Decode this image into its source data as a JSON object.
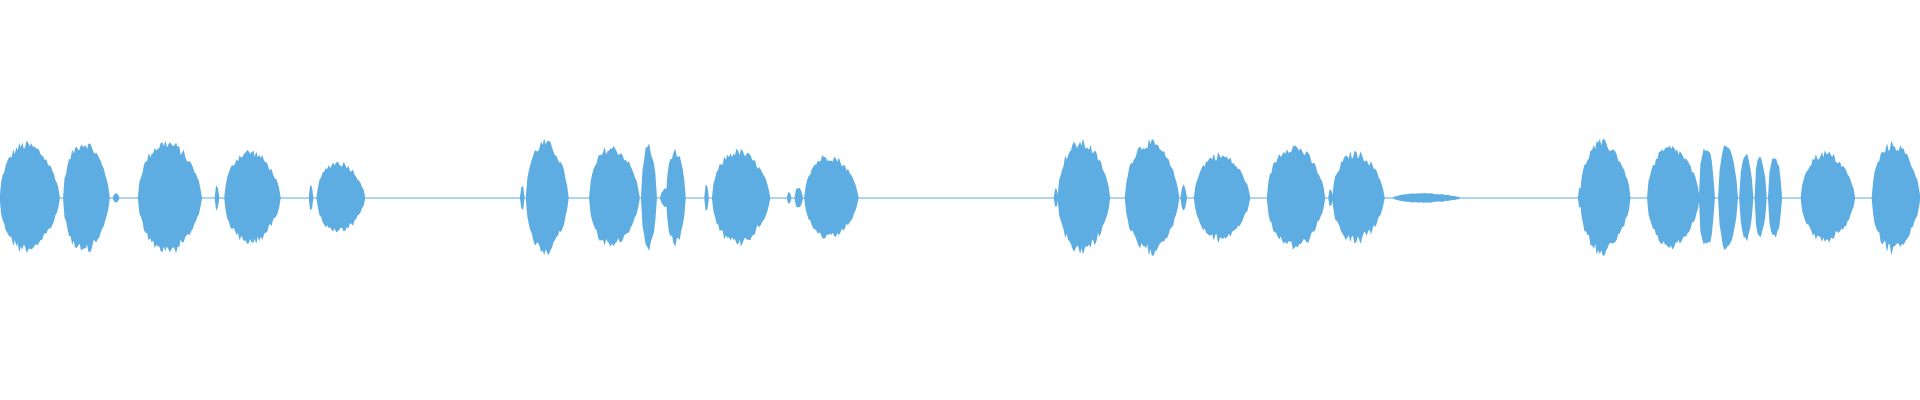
{
  "waveform": {
    "color": "#5DADE2",
    "background": "#ffffff",
    "baseline_amplitude": 0.008,
    "segments": [
      {
        "start": 0.0,
        "end": 0.031,
        "amp": 0.6
      },
      {
        "start": 0.033,
        "end": 0.057,
        "amp": 0.62
      },
      {
        "start": 0.059,
        "end": 0.062,
        "amp": 0.05
      },
      {
        "start": 0.072,
        "end": 0.105,
        "amp": 0.62
      },
      {
        "start": 0.112,
        "end": 0.114,
        "amp": 0.14
      },
      {
        "start": 0.117,
        "end": 0.146,
        "amp": 0.52
      },
      {
        "start": 0.161,
        "end": 0.163,
        "amp": 0.14
      },
      {
        "start": 0.165,
        "end": 0.19,
        "amp": 0.4
      },
      {
        "start": 0.271,
        "end": 0.273,
        "amp": 0.14
      },
      {
        "start": 0.274,
        "end": 0.296,
        "amp": 0.62
      },
      {
        "start": 0.307,
        "end": 0.333,
        "amp": 0.56
      },
      {
        "start": 0.334,
        "end": 0.342,
        "amp": 0.58
      },
      {
        "start": 0.344,
        "end": 0.35,
        "amp": 0.1
      },
      {
        "start": 0.347,
        "end": 0.357,
        "amp": 0.52
      },
      {
        "start": 0.367,
        "end": 0.369,
        "amp": 0.14
      },
      {
        "start": 0.371,
        "end": 0.401,
        "amp": 0.52
      },
      {
        "start": 0.41,
        "end": 0.412,
        "amp": 0.06
      },
      {
        "start": 0.414,
        "end": 0.418,
        "amp": 0.12
      },
      {
        "start": 0.419,
        "end": 0.447,
        "amp": 0.47
      },
      {
        "start": 0.549,
        "end": 0.551,
        "amp": 0.12
      },
      {
        "start": 0.551,
        "end": 0.578,
        "amp": 0.62
      },
      {
        "start": 0.586,
        "end": 0.614,
        "amp": 0.62
      },
      {
        "start": 0.615,
        "end": 0.618,
        "amp": 0.14
      },
      {
        "start": 0.622,
        "end": 0.651,
        "amp": 0.48
      },
      {
        "start": 0.66,
        "end": 0.69,
        "amp": 0.58
      },
      {
        "start": 0.692,
        "end": 0.694,
        "amp": 0.1
      },
      {
        "start": 0.694,
        "end": 0.721,
        "amp": 0.5
      },
      {
        "start": 0.726,
        "end": 0.76,
        "amp": 0.05
      },
      {
        "start": 0.822,
        "end": 0.824,
        "amp": 0.12
      },
      {
        "start": 0.823,
        "end": 0.849,
        "amp": 0.62
      },
      {
        "start": 0.858,
        "end": 0.885,
        "amp": 0.56
      },
      {
        "start": 0.885,
        "end": 0.893,
        "amp": 0.6
      },
      {
        "start": 0.895,
        "end": 0.905,
        "amp": 0.58
      },
      {
        "start": 0.906,
        "end": 0.913,
        "amp": 0.5
      },
      {
        "start": 0.914,
        "end": 0.92,
        "amp": 0.46
      },
      {
        "start": 0.921,
        "end": 0.928,
        "amp": 0.48
      },
      {
        "start": 0.938,
        "end": 0.966,
        "amp": 0.5
      },
      {
        "start": 0.975,
        "end": 1.0,
        "amp": 0.6
      }
    ]
  }
}
